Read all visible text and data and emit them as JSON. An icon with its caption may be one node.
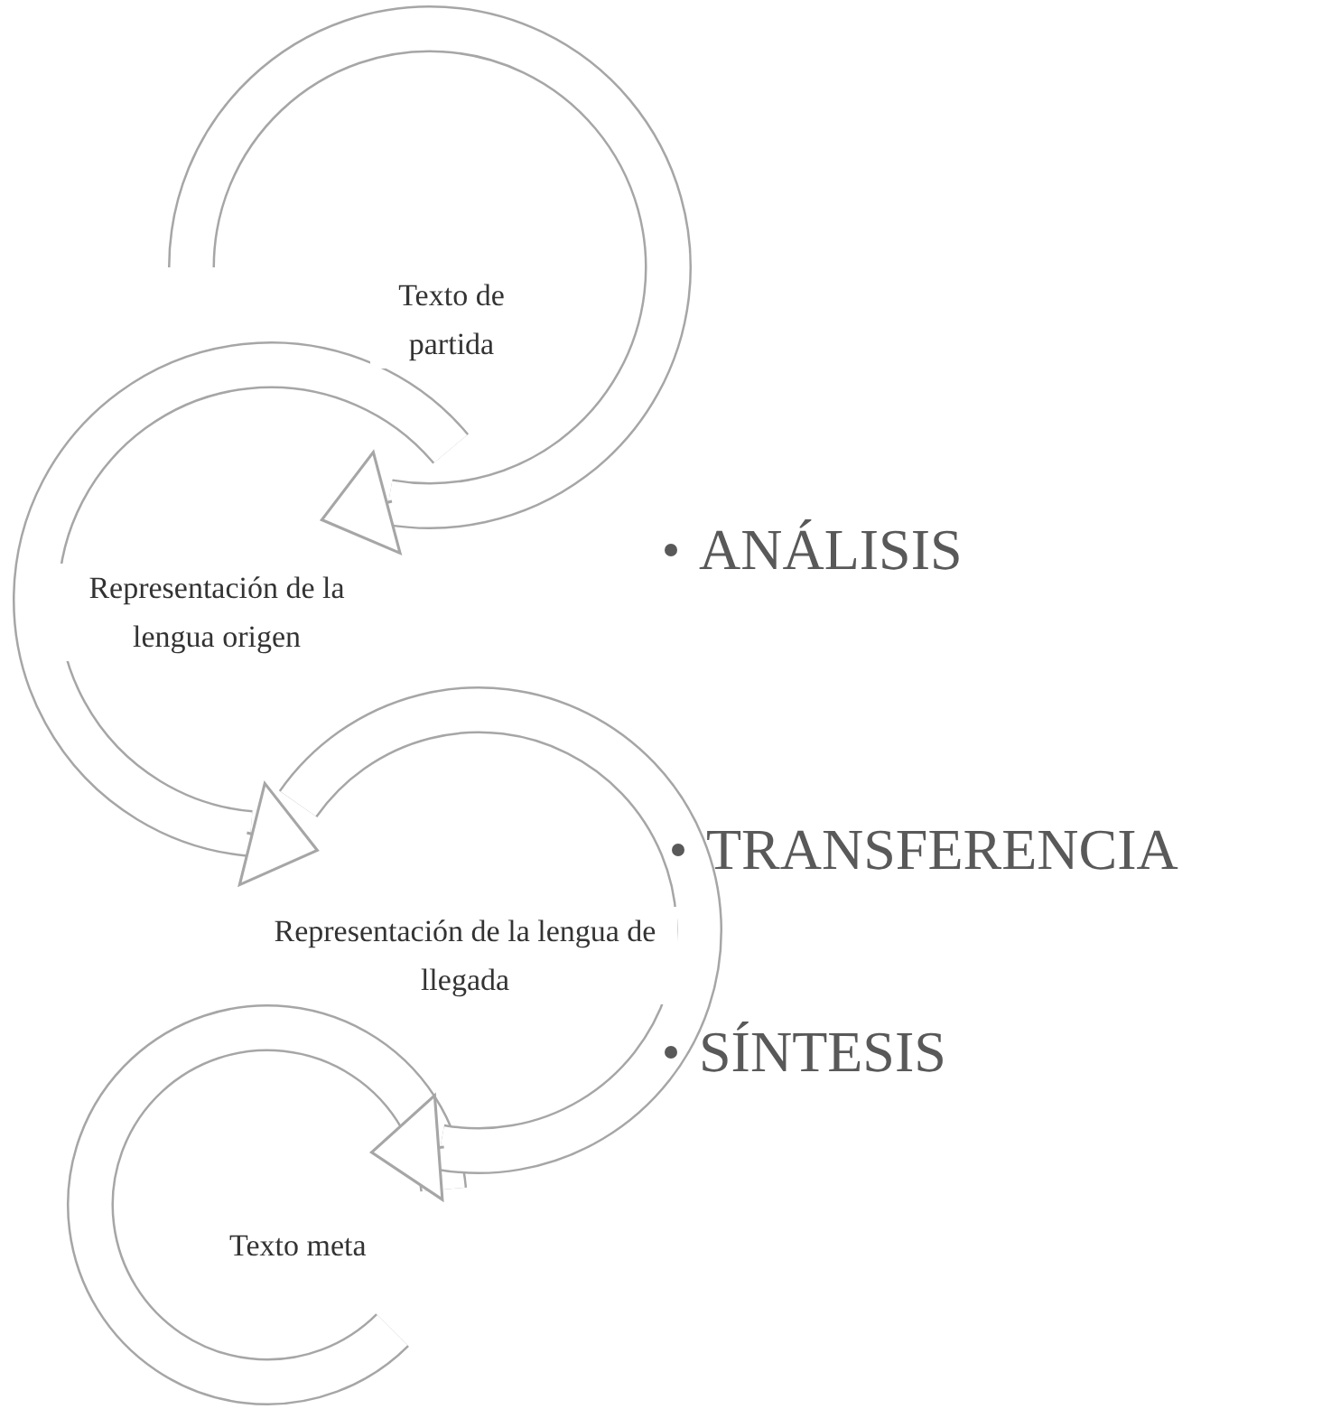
{
  "diagram": {
    "nodes": [
      {
        "text": [
          "Texto de partida"
        ]
      },
      {
        "text": [
          "Representación de la lengua origen"
        ]
      },
      {
        "text": [
          "Representación de la lengua de llegada"
        ]
      },
      {
        "text": [
          "Texto meta"
        ]
      }
    ],
    "edges": [
      {
        "from": 0,
        "to": 1,
        "arrow": "to"
      },
      {
        "from": 1,
        "to": 2,
        "arrow": "to"
      },
      {
        "from": 2,
        "to": 3,
        "arrow": "to"
      }
    ],
    "labels": [
      "ANÁLISIS",
      "TRANSFERENCIA",
      "SÍNTESIS"
    ]
  }
}
